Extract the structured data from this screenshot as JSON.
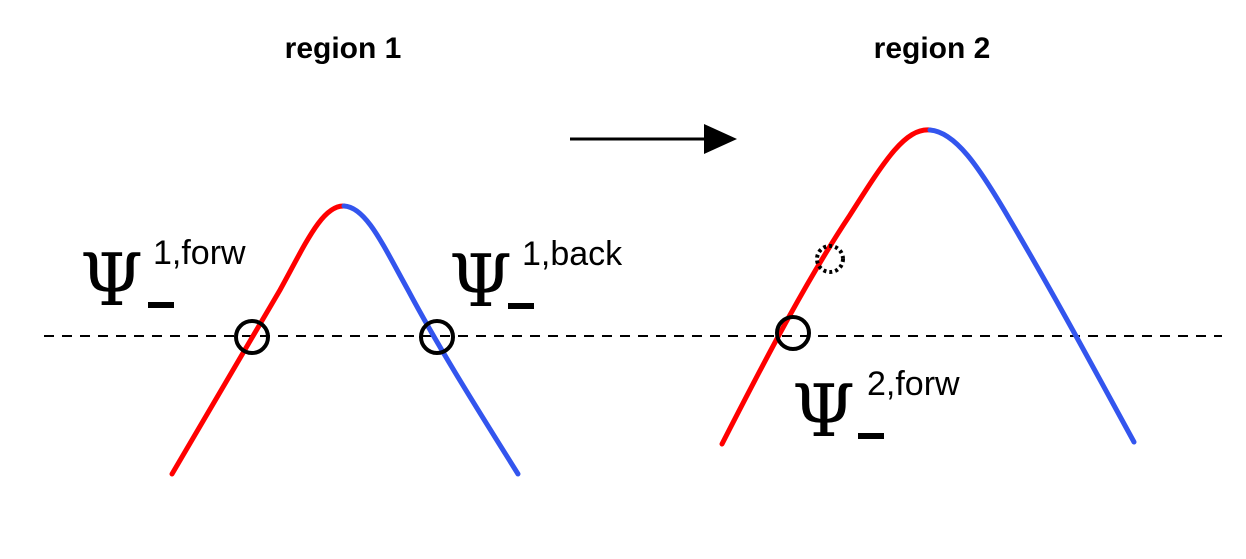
{
  "titles": {
    "region1": "region 1",
    "region2": "region 2"
  },
  "labels": {
    "psi_symbol": "Ψ",
    "region1_forward_sup": "1,forw",
    "region1_backward_sup": "1,back",
    "region2_forward_sup": "2,forw"
  },
  "colors": {
    "forward_branch": "#ff0000",
    "backward_branch": "#3355ee",
    "baseline": "#000000",
    "marker": "#000000"
  },
  "icons": {
    "transition_arrow": "right-arrow-icon",
    "intersection_marker": "circle-marker-icon",
    "possible_marker": "dotted-circle-marker-icon"
  }
}
